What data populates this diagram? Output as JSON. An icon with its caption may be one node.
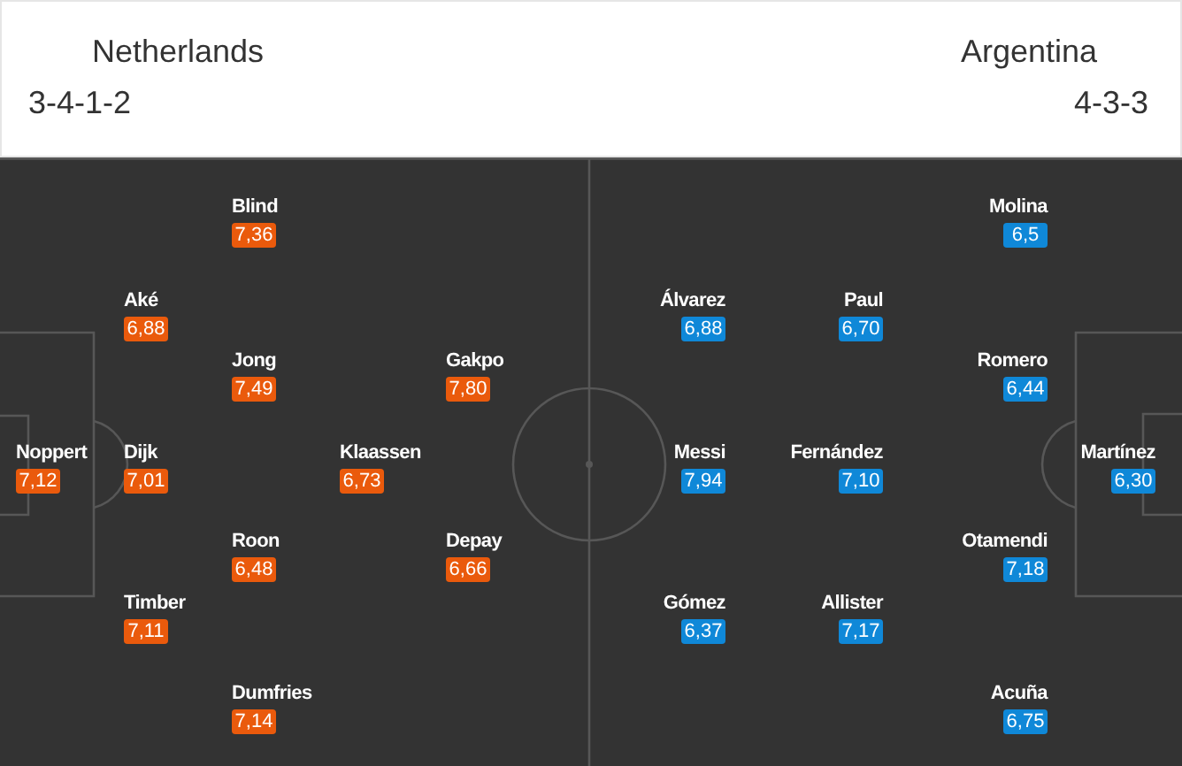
{
  "diagram": {
    "nodes": [
      {
        "text": [
          "Noppert",
          "7,12"
        ]
      },
      {
        "text": [
          "Aké",
          "6,88"
        ]
      },
      {
        "text": [
          "Dijk",
          "7,01"
        ]
      },
      {
        "text": [
          "Timber",
          "7,11"
        ]
      },
      {
        "text": [
          "Blind",
          "7,36"
        ]
      },
      {
        "text": [
          "Jong",
          "7,49"
        ]
      },
      {
        "text": [
          "Roon",
          "6,48"
        ]
      },
      {
        "text": [
          "Dumfries",
          "7,14"
        ]
      },
      {
        "text": [
          "Klaassen",
          "6,73"
        ]
      },
      {
        "text": [
          "Gakpo",
          "7,80"
        ]
      },
      {
        "text": [
          "Depay",
          "6,66"
        ]
      },
      {
        "text": [
          "Álvarez",
          "6,88"
        ]
      },
      {
        "text": [
          "Messi",
          "7,94"
        ]
      },
      {
        "text": [
          "Gómez",
          "6,37"
        ]
      },
      {
        "text": [
          "Paul",
          "6,70"
        ]
      },
      {
        "text": [
          "Fernández",
          "7,10"
        ]
      },
      {
        "text": [
          "Allister",
          "7,17"
        ]
      },
      {
        "text": [
          "Molina",
          "6,5"
        ]
      },
      {
        "text": [
          "Romero",
          "6,44"
        ]
      },
      {
        "text": [
          "Otamendi",
          "7,18"
        ]
      },
      {
        "text": [
          "Acuña",
          "6,75"
        ]
      },
      {
        "text": [
          "Martínez",
          "6,30"
        ]
      }
    ],
    "labels": [
      "Netherlands",
      "Argentina",
      "3-4-1-2",
      "4-3-3"
    ]
  }
}
